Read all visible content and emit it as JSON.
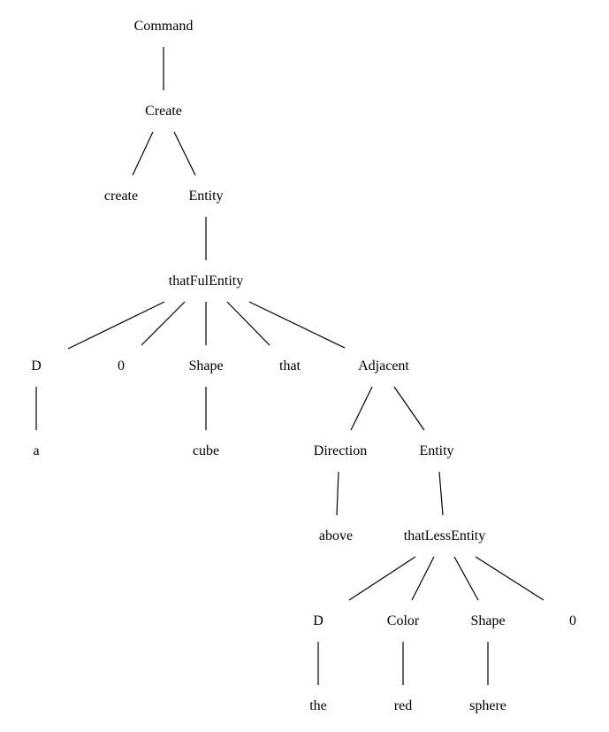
{
  "tree": {
    "root": {
      "label": "Command",
      "children": [
        {
          "label": "Create",
          "children": [
            {
              "label": "create",
              "children": []
            },
            {
              "label": "Entity",
              "children": [
                {
                  "label": "thatFulEntity",
                  "children": [
                    {
                      "label": "D",
                      "children": [
                        {
                          "label": "a",
                          "children": []
                        }
                      ]
                    },
                    {
                      "label": "0",
                      "children": []
                    },
                    {
                      "label": "Shape",
                      "children": [
                        {
                          "label": "cube",
                          "children": []
                        }
                      ]
                    },
                    {
                      "label": "that",
                      "children": []
                    },
                    {
                      "label": "Adjacent",
                      "children": [
                        {
                          "label": "Direction",
                          "children": [
                            {
                              "label": "above",
                              "children": []
                            }
                          ]
                        },
                        {
                          "label": "Entity",
                          "children": [
                            {
                              "label": "thatLessEntity",
                              "children": [
                                {
                                  "label": "D",
                                  "children": [
                                    {
                                      "label": "the",
                                      "children": []
                                    }
                                  ]
                                },
                                {
                                  "label": "Color",
                                  "children": [
                                    {
                                      "label": "red",
                                      "children": []
                                    }
                                  ]
                                },
                                {
                                  "label": "Shape",
                                  "children": [
                                    {
                                      "label": "sphere",
                                      "children": []
                                    }
                                  ]
                                },
                                {
                                  "label": "0",
                                  "children": []
                                }
                              ]
                            }
                          ]
                        }
                      ]
                    }
                  ]
                }
              ]
            }
          ]
        }
      ]
    }
  }
}
